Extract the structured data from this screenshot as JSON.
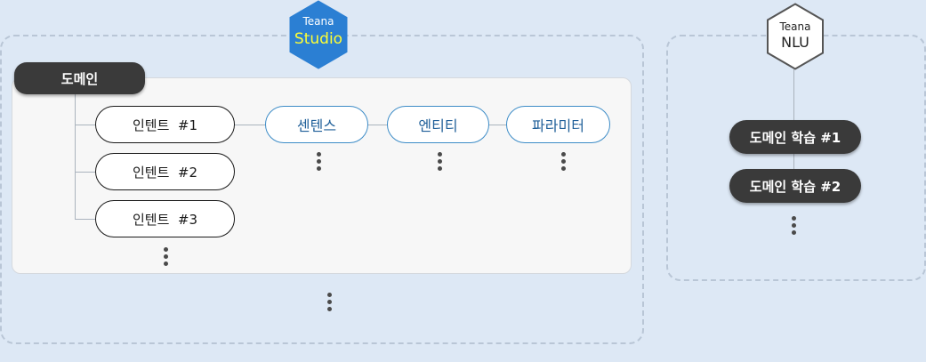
{
  "studio": {
    "badge_top": "Teana",
    "badge_bottom": "Studio",
    "domain_label": "도메인",
    "intents": [
      "인텐트  #1",
      "인텐트  #2",
      "인텐트  #3"
    ],
    "items": [
      "센텐스",
      "엔티티",
      "파라미터"
    ]
  },
  "nlu": {
    "badge_top": "Teana",
    "badge_bottom": "NLU",
    "trainings": [
      "도메인 학습 #1",
      "도메인 학습 #2"
    ]
  },
  "colors": {
    "studio_hex": "#2b7fd3",
    "studio_text_top": "#ffffff",
    "studio_text_bottom": "#ffff33",
    "nlu_hex_stroke": "#555555",
    "entity_border": "#3d8cc7",
    "dark_pill": "#3a3a3a"
  }
}
